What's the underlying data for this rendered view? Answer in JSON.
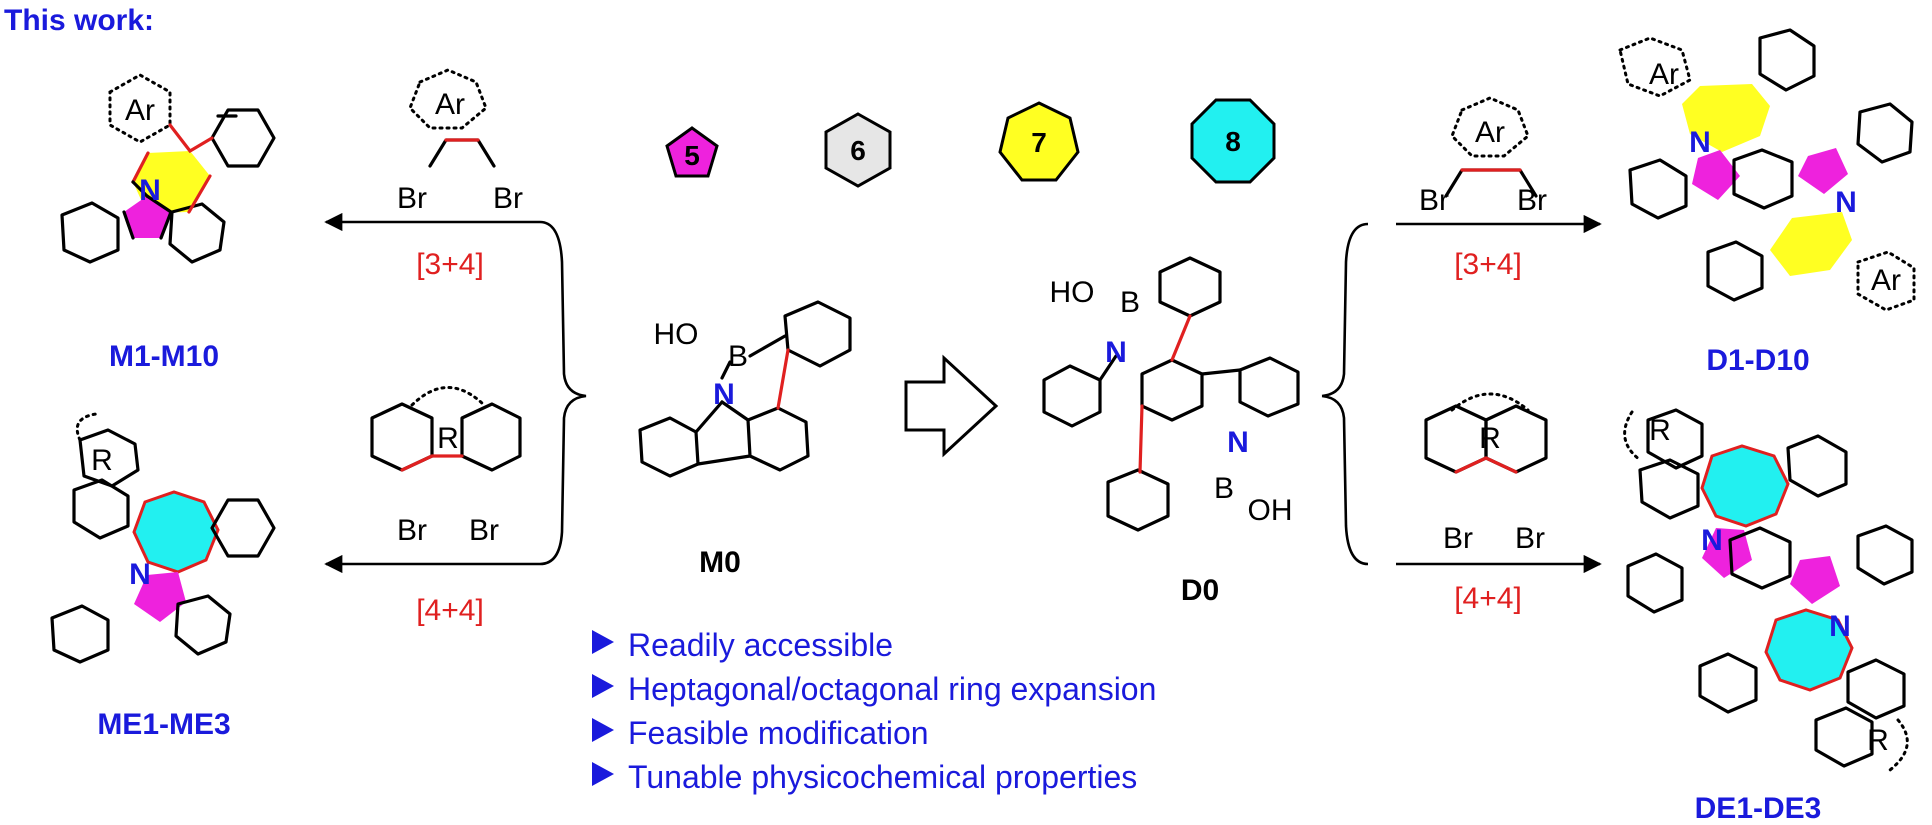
{
  "header": "This work:",
  "ring_sizes": [
    "5",
    "6",
    "7",
    "8"
  ],
  "compounds": {
    "m0": "M0",
    "d0": "D0",
    "m1": "M1-M10",
    "me1": "ME1-ME3",
    "d1": "D1-D10",
    "de1": "DE1-DE3"
  },
  "reactions": {
    "left_top": "[3+4]",
    "left_bottom": "[4+4]",
    "right_top": "[3+4]",
    "right_bottom": "[4+4]"
  },
  "atoms": {
    "ar": "Ar",
    "br": "Br",
    "r": "R",
    "n": "N",
    "b": "B",
    "ho": "HO",
    "oh": "OH"
  },
  "features": [
    "Readily accessible",
    "Heptagonal/octagonal ring expansion",
    "Feasible modification",
    "Tunable physicochemical properties"
  ],
  "colors": {
    "label_blue": "#1a1adc",
    "bond_red": "#e02020",
    "ring5": "#ee22dd",
    "ring6": "#e6e6e6",
    "ring7": "#ffff22",
    "ring8": "#22f0f0"
  }
}
